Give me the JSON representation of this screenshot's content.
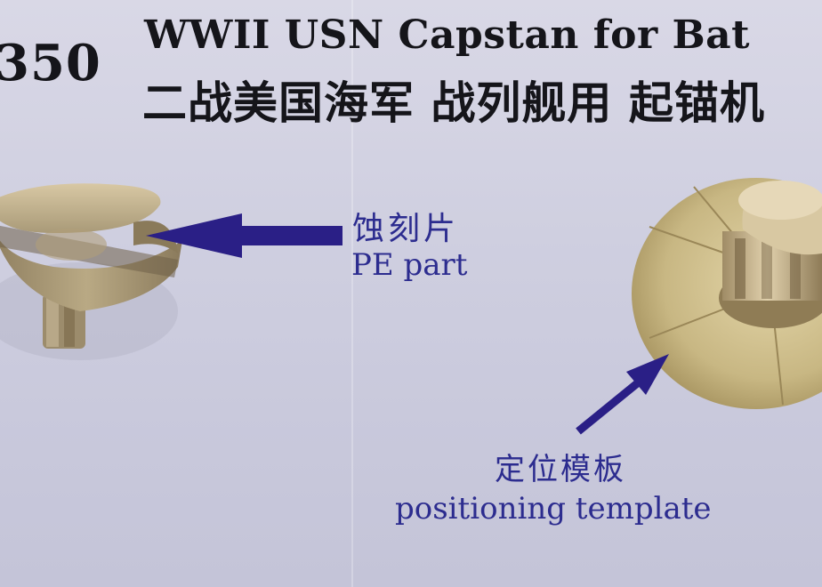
{
  "product": {
    "scale_code": "350",
    "title_en": "WWII USN Capstan for Bat",
    "title_cn": "二战美国海军 战列舰用 起锚机"
  },
  "annotations": {
    "pe_part_cn": "蚀刻片",
    "pe_part_en": "PE part",
    "template_cn": "定位模板",
    "template_en": "positioning template"
  },
  "colors": {
    "label_text": "#2c2c8f",
    "arrow": "#2a1f86",
    "title_text": "#15151a",
    "brass": "#c9b98e"
  }
}
